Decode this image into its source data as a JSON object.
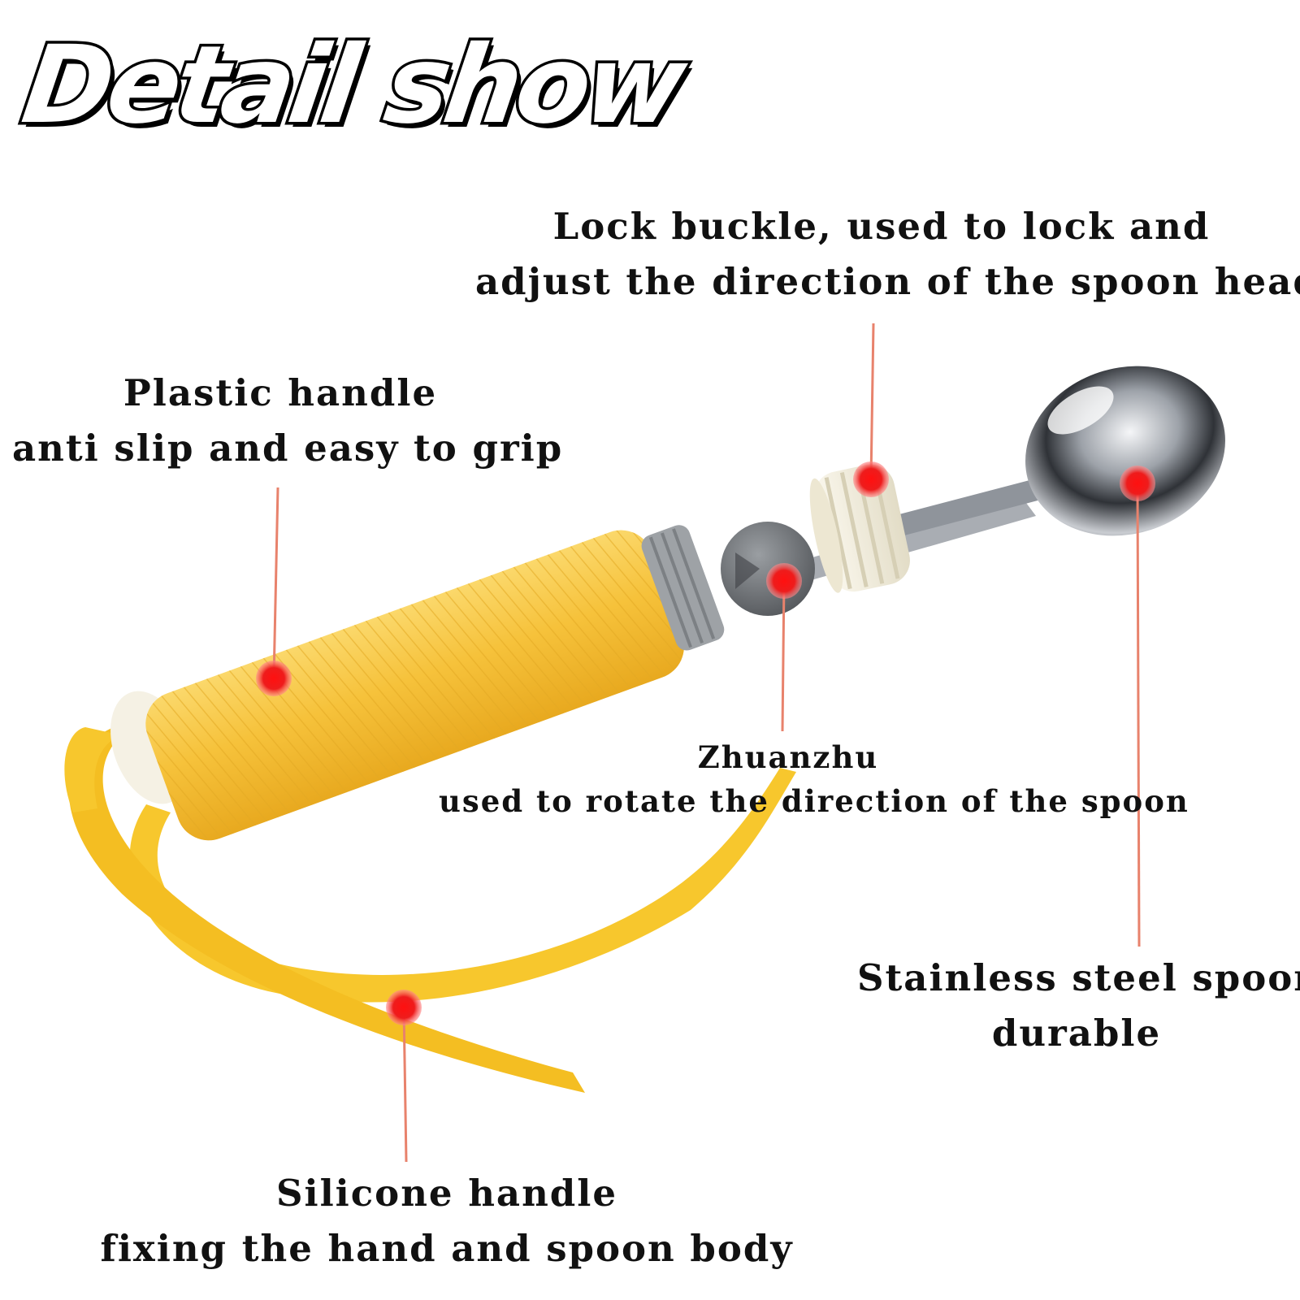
{
  "title": "Detail show",
  "callouts": {
    "lock_buckle": {
      "line1": "Lock buckle, used to lock and",
      "line2": "adjust the direction of the spoon head"
    },
    "plastic_handle": {
      "line1": "Plastic handle",
      "line2": "anti slip and easy to grip"
    },
    "zhuanzhu": {
      "line1": "Zhuanzhu",
      "line2": "used to rotate the direction of the spoon"
    },
    "stainless_spoon": {
      "line1": "Stainless steel spoon",
      "line2": "durable"
    },
    "silicone_handle": {
      "line1": "Silicone handle",
      "line2": "fixing the hand and spoon body"
    }
  },
  "colors": {
    "handle_yellow": "#f6c23b",
    "strap_yellow": "#f7c72d",
    "cap_cream": "#f3efe1",
    "ball_gray": "#6f7275",
    "steel": "#b8bcc2",
    "leader_line": "#e8826c",
    "marker_red": "#ee1c1c"
  }
}
